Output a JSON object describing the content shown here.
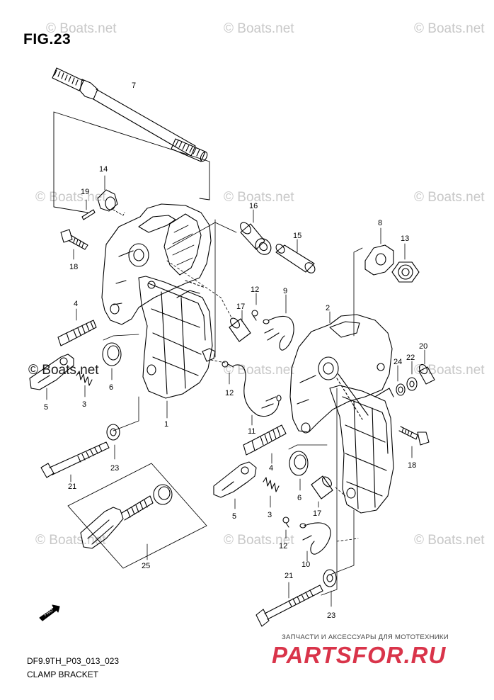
{
  "figure": {
    "title": "FIG.23"
  },
  "watermark": {
    "text": "© Boats.net"
  },
  "parts": {
    "p1": "1",
    "p2": "2",
    "p3a": "3",
    "p3b": "3",
    "p4a": "4",
    "p4b": "4",
    "p5a": "5",
    "p5b": "5",
    "p6a": "6",
    "p6b": "6",
    "p7": "7",
    "p8": "8",
    "p9": "9",
    "p10": "10",
    "p11": "11",
    "p12a": "12",
    "p12b": "12",
    "p12c": "12",
    "p13": "13",
    "p14": "14",
    "p15": "15",
    "p16": "16",
    "p17a": "17",
    "p17b": "17",
    "p18a": "18",
    "p18b": "18",
    "p19": "19",
    "p20": "20",
    "p21a": "21",
    "p21b": "21",
    "p22": "22",
    "p23a": "23",
    "p23b": "23",
    "p24": "24",
    "p25": "25"
  },
  "fwd_label": "FWD",
  "footer": {
    "code": "DF9.9TH_P03_013_023",
    "caption": "CLAMP BRACKET"
  },
  "brand": {
    "tagline": "ЗАПЧАСТИ И АКСЕССУАРЫ ДЛЯ МОТОТЕХНИКИ",
    "logo": "PARTSFOR.RU",
    "color": "#d9344a"
  }
}
